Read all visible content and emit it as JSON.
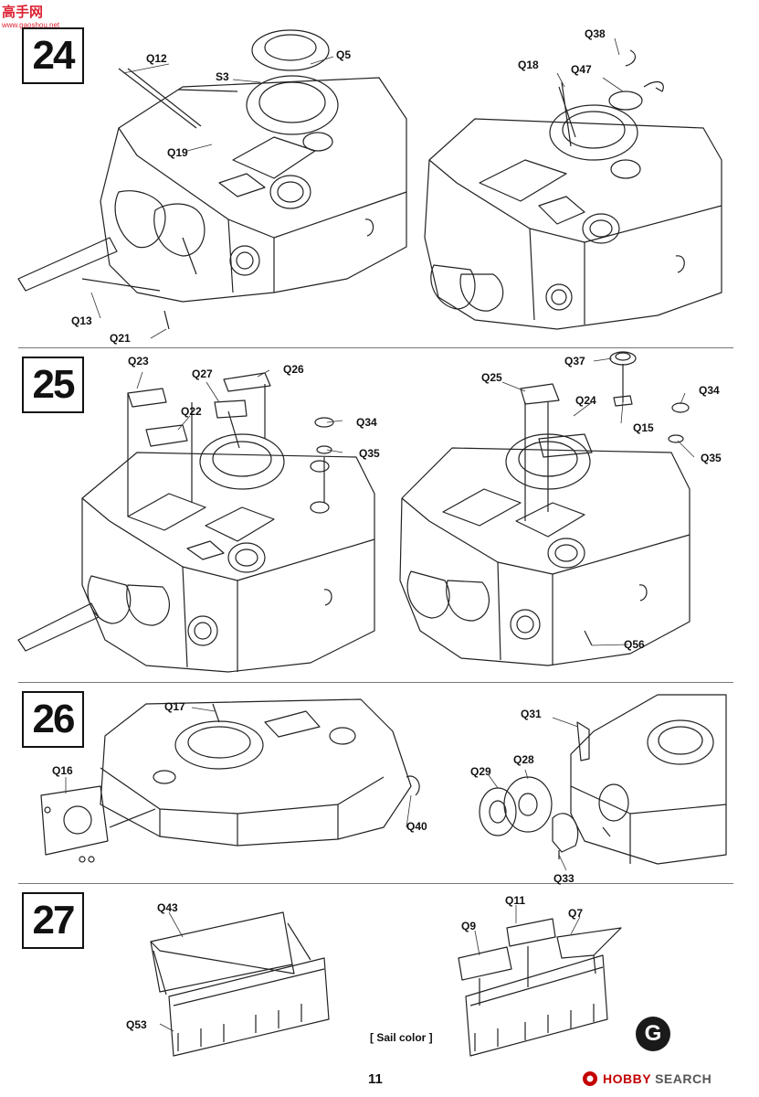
{
  "steps": [
    "24",
    "25",
    "26",
    "27"
  ],
  "labels": {
    "s24": [
      "Q12",
      "S3",
      "Q5",
      "Q19",
      "Q13",
      "Q21",
      "Q38",
      "Q18",
      "Q47"
    ],
    "s25": [
      "Q23",
      "Q27",
      "Q26",
      "Q22",
      "Q34",
      "Q35",
      "Q37",
      "Q25",
      "Q24",
      "Q15",
      "Q34",
      "Q35",
      "Q56"
    ],
    "s26": [
      "Q17",
      "Q16",
      "Q40",
      "Q31",
      "Q29",
      "Q28",
      "Q33"
    ],
    "s27": [
      "Q43",
      "Q53",
      "Q11",
      "Q9",
      "Q7"
    ]
  },
  "sail_color": "[ Sail color ]",
  "sheet_letter": "G",
  "page_number": "11",
  "watermark": {
    "top_cn": "高手网",
    "top_url": "www.gaoshou.net",
    "bottom_brand": "HOBBY",
    "bottom_search": "SEARCH"
  }
}
